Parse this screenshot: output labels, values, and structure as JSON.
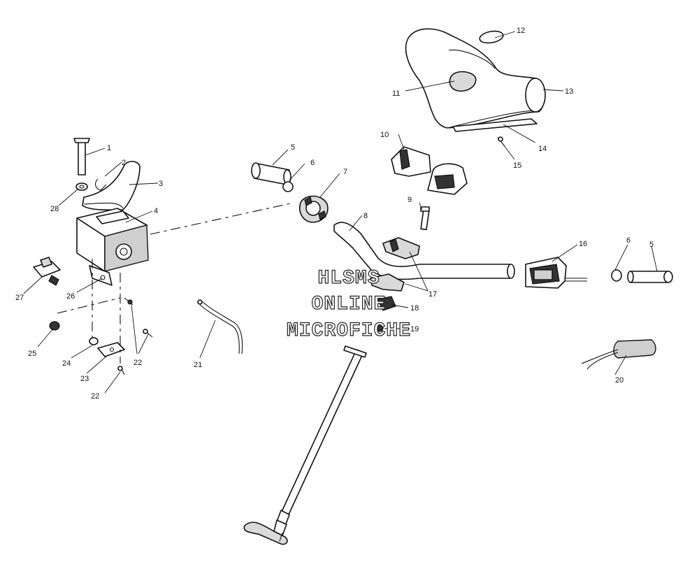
{
  "callouts": [
    {
      "id": "c1",
      "label": "1"
    },
    {
      "id": "c2",
      "label": "2"
    },
    {
      "id": "c3",
      "label": "3"
    },
    {
      "id": "c4",
      "label": "4"
    },
    {
      "id": "c5a",
      "label": "5"
    },
    {
      "id": "c5b",
      "label": "5"
    },
    {
      "id": "c6a",
      "label": "6"
    },
    {
      "id": "c6b",
      "label": "6"
    },
    {
      "id": "c7",
      "label": "7"
    },
    {
      "id": "c8",
      "label": "8"
    },
    {
      "id": "c9",
      "label": "9"
    },
    {
      "id": "c10",
      "label": "10"
    },
    {
      "id": "c11",
      "label": "11"
    },
    {
      "id": "c12",
      "label": "12"
    },
    {
      "id": "c13",
      "label": "13"
    },
    {
      "id": "c14",
      "label": "14"
    },
    {
      "id": "c15",
      "label": "15"
    },
    {
      "id": "c16",
      "label": "16"
    },
    {
      "id": "c17",
      "label": "17"
    },
    {
      "id": "c18",
      "label": "18"
    },
    {
      "id": "c19",
      "label": "19"
    },
    {
      "id": "c20",
      "label": "20"
    },
    {
      "id": "c21",
      "label": "21"
    },
    {
      "id": "c22a",
      "label": "22"
    },
    {
      "id": "c22b",
      "label": "22"
    },
    {
      "id": "c23",
      "label": "23"
    },
    {
      "id": "c24",
      "label": "24"
    },
    {
      "id": "c25",
      "label": "25"
    },
    {
      "id": "c26",
      "label": "26"
    },
    {
      "id": "c27",
      "label": "27"
    },
    {
      "id": "c28",
      "label": "28"
    }
  ],
  "watermark": {
    "line1": "HLSMS",
    "line2": "ONLINE",
    "line3": "MICROFICHE"
  }
}
